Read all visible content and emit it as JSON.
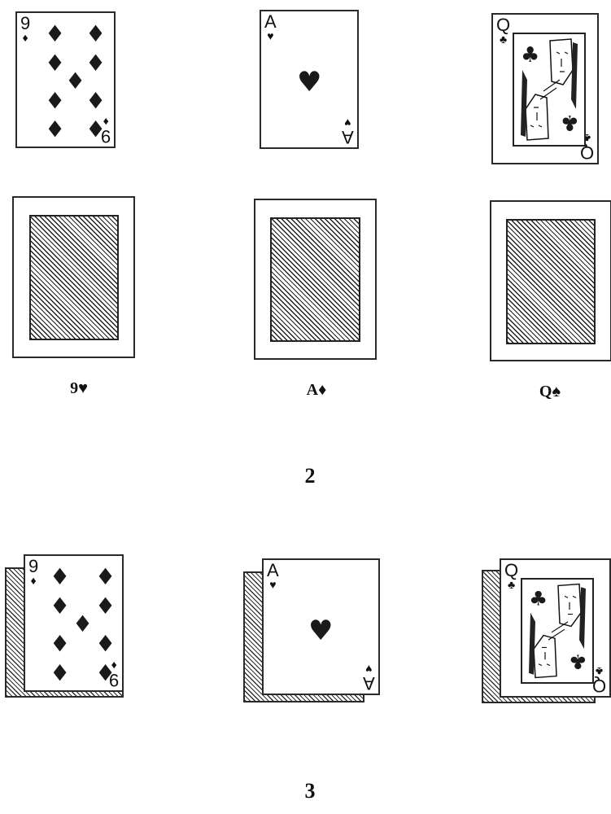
{
  "row1": {
    "cards": [
      {
        "rank": "9",
        "suit": "♦",
        "suit_name": "diamonds",
        "pips": 9
      },
      {
        "rank": "A",
        "suit": "♥",
        "suit_name": "hearts",
        "pips": 1
      },
      {
        "rank": "Q",
        "suit": "♣",
        "suit_name": "clubs",
        "pips": 0
      }
    ]
  },
  "row2": {
    "backs": 3,
    "labels": [
      "9♥",
      "A♦",
      "Q♠"
    ]
  },
  "step_numbers": [
    "2",
    "3"
  ],
  "row3": {
    "cards": [
      {
        "rank": "9",
        "suit": "♦"
      },
      {
        "rank": "A",
        "suit": "♥"
      },
      {
        "rank": "Q",
        "suit": "♣"
      }
    ]
  },
  "colors": {
    "ink": "#1a1a1a",
    "paper": "#ffffff"
  }
}
